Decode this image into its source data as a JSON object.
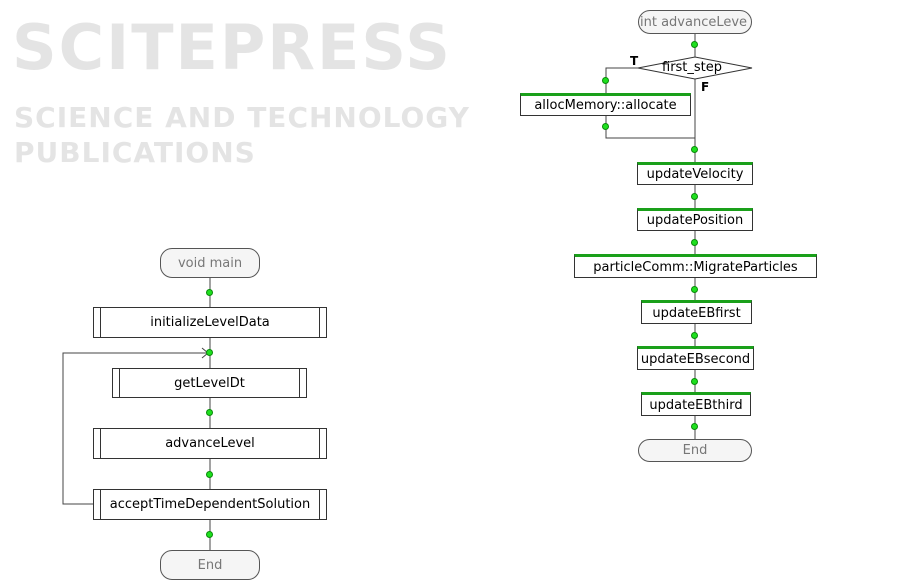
{
  "watermark": {
    "title": "SCITEPRESS",
    "subtitle": "SCIENCE AND TECHNOLOGY PUBLICATIONS"
  },
  "left_flowchart": {
    "start": "void main",
    "steps": [
      "initializeLevelData",
      "getLevelDt",
      "advanceLevel",
      "acceptTimeDependentSolution"
    ],
    "end": "End"
  },
  "right_flowchart": {
    "start": "int advanceLeve",
    "decision": {
      "label": "first_step",
      "true_label": "T",
      "false_label": "F",
      "true_step": "allocMemory::allocate"
    },
    "steps": [
      "updateVelocity",
      "updatePosition",
      "particleComm::MigrateParticles",
      "updateEBfirst",
      "updateEBsecond",
      "updateEBthird"
    ],
    "end": "End"
  },
  "colors": {
    "connector": "#1ee01e",
    "process_bar": "#1aa01a"
  }
}
